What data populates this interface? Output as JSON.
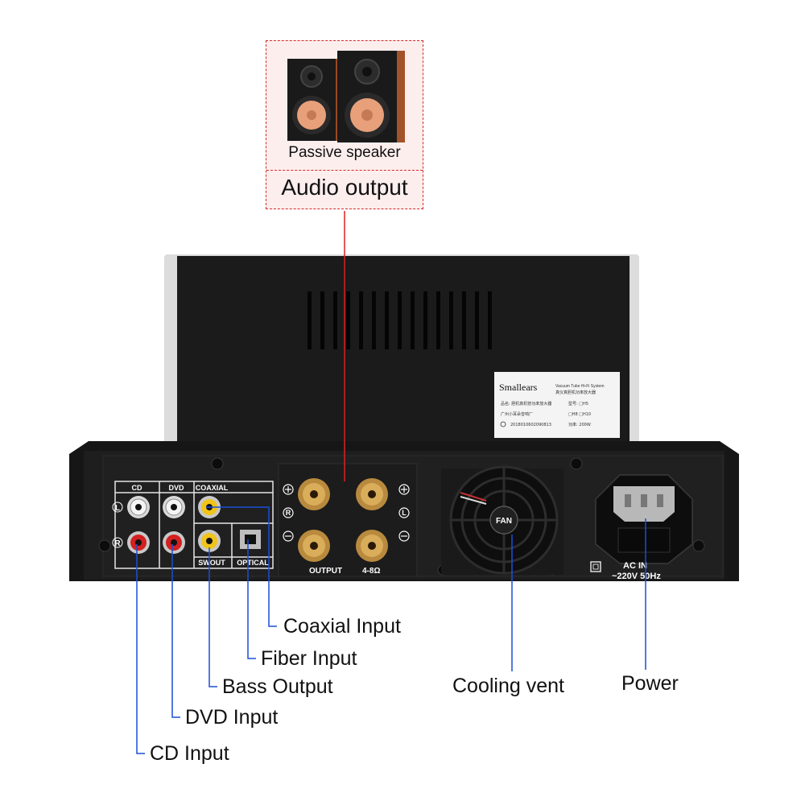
{
  "callout": {
    "speaker_caption": "Passive speaker",
    "title": "Audio output"
  },
  "device_panel": {
    "brand": "Smallears",
    "model_line": "Vacuum Tube Hi-Fi System",
    "cn_line": "真仪真胆机功率放大器",
    "rows": [
      "品名: 胆机真机管功率放大器",
      "型号: □H5",
      "广州小耳朵音响厂",
      "□H8 □H10",
      "2018010602090813",
      "功率: 200W"
    ],
    "port_group_labels": {
      "cd": "CD",
      "dvd": "DVD",
      "coaxial": "COAXIAL",
      "swout": "SWOUT",
      "optical": "OPTICAL"
    },
    "channel_left": "L",
    "channel_right": "R",
    "output_label": "OUTPUT",
    "impedance": "4-8Ω",
    "fan_label": "FAN",
    "ac_label": "AC  IN",
    "voltage_label": "~220V  50Hz"
  },
  "labels": {
    "coaxial_input": "Coaxial Input",
    "fiber_input": "Fiber Input",
    "bass_output": "Bass Output",
    "dvd_input": "DVD Input",
    "cd_input": "CD Input",
    "cooling_vent": "Cooling vent",
    "power": "Power"
  },
  "colors": {
    "callout_dash": "#d62a2a",
    "callout_fill": "#fdeeee",
    "leader_red": "#e02020",
    "leader_blue": "#1a4fd6",
    "chassis": "#1c1c1c",
    "speaker_wood": "#9a4a22",
    "driver_copper": "#e8a07a"
  }
}
